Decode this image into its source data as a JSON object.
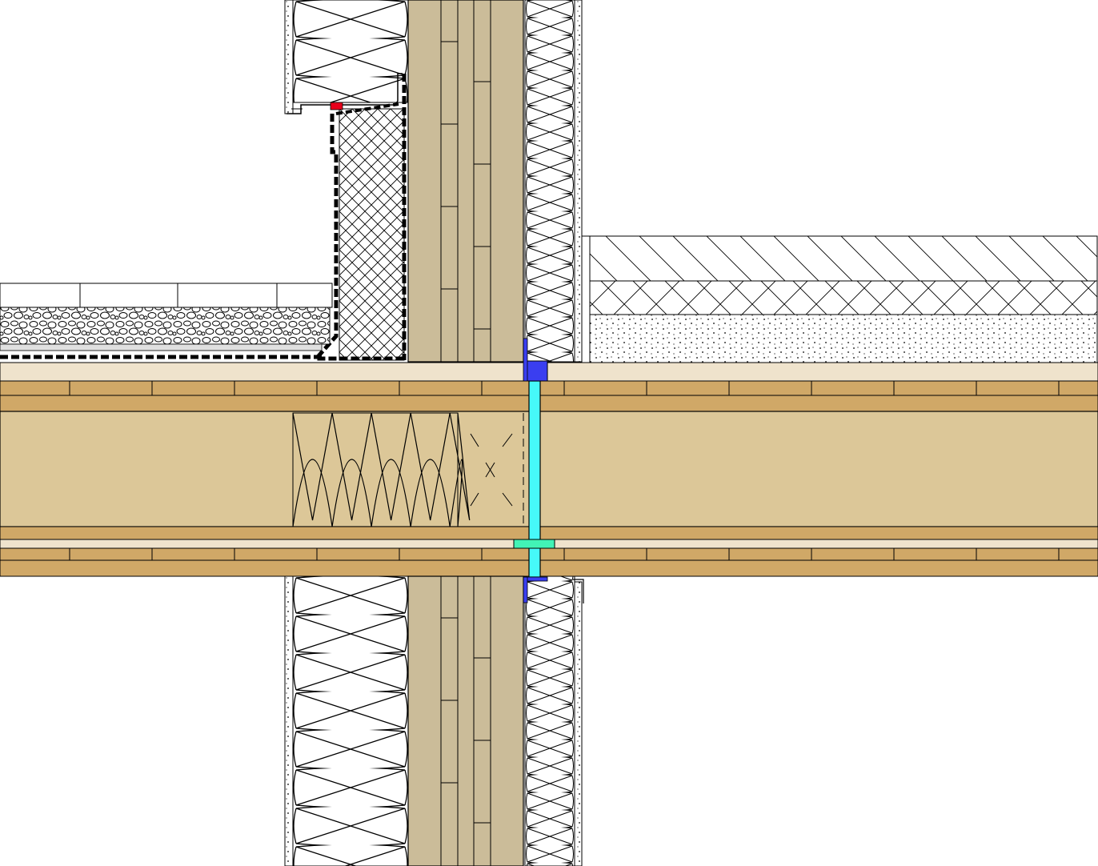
{
  "drawing": {
    "kind": "construction-section-detail",
    "text_labels": [],
    "materials": {
      "timber_light": "#dcc798",
      "timber_board": "#d0a867",
      "timber_wall": "#cbbc99",
      "plaster_board": "#efe3cc",
      "insulation_fill": "#ffffff",
      "membrane": "#000000",
      "sealing_tape": "#e8001c",
      "acoustic_bearing": "#46f9f9",
      "bracket_blue": "#3a3ef0",
      "resilient_strip": "#42f3b6",
      "line": "#000000"
    },
    "layers": [
      "wall-upper",
      "wall-lower",
      "roof-terrace-build-up",
      "floor-build-up",
      "clt-floor-slab",
      "bearing-connection"
    ]
  }
}
